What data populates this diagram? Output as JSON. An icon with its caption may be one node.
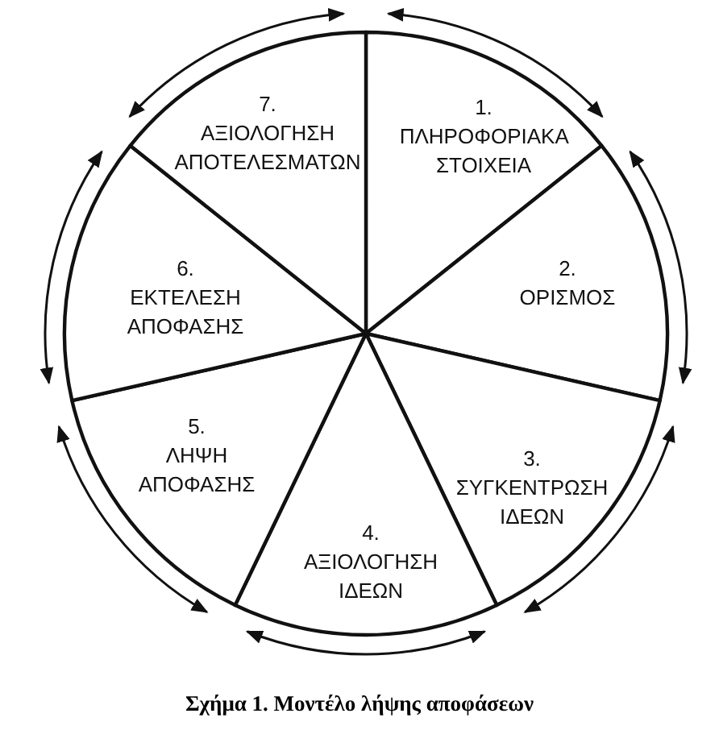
{
  "diagram": {
    "caption": "Σχήμα 1. Μοντέλο λήψης αποφάσεων",
    "nodes": [
      {
        "text": [
          "1.",
          "ΠΛΗΡΟΦΟΡΙΑΚΑ ΣΤΟΙΧΕΙΑ"
        ]
      },
      {
        "text": [
          "2.",
          "ΟΡΙΣΜΟΣ"
        ]
      },
      {
        "text": [
          "3.",
          "ΣΥΓΚΕΝΤΡΩΣΗ ΙΔΕΩΝ"
        ]
      },
      {
        "text": [
          "4.",
          "ΑΞΙΟΛΟΓΗΣΗ ΙΔΕΩΝ"
        ]
      },
      {
        "text": [
          "5.",
          "ΛΗΨΗ ΑΠΟΦΑΣΗΣ"
        ]
      },
      {
        "text": [
          "6.",
          "ΕΚΤΕΛΕΣΗ ΑΠΟΦΑΣΗΣ"
        ]
      },
      {
        "text": [
          "7.",
          "ΑΞΙΟΛΟΓΗΣΗ ΑΠΟΤΕΛΕΣΜΑΤΩΝ"
        ]
      }
    ]
  }
}
